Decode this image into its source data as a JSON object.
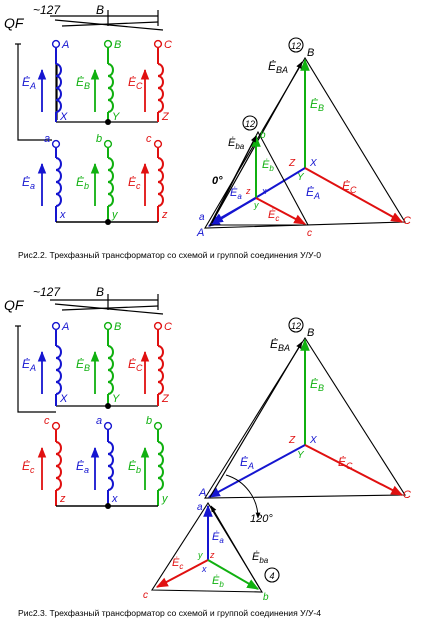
{
  "colors": {
    "phase_a": "#1515d0",
    "phase_b": "#10b010",
    "phase_c": "#e01010",
    "ink": "#000000"
  },
  "figures": [
    {
      "caption": "Рис2.2. Трехфазный трансформатор со схемой и группой соединения У/У-0",
      "supply": {
        "switch": "QF",
        "voltage": "~127",
        "unit": "B"
      },
      "primary": {
        "start_labels": [
          "A",
          "B",
          "C"
        ],
        "end_labels": [
          "X",
          "Y",
          "Z"
        ],
        "emf_labels": [
          "Ė",
          "Ė",
          "Ė"
        ],
        "emf_subs": [
          "A",
          "B",
          "C"
        ]
      },
      "secondary": {
        "start_labels": [
          "a",
          "b",
          "c"
        ],
        "end_labels": [
          "x",
          "y",
          "z"
        ],
        "emf_labels": [
          "Ė",
          "Ė",
          "Ė"
        ],
        "emf_subs": [
          "a",
          "b",
          "c"
        ]
      },
      "vector_diagram": {
        "primary_vertices": [
          "A",
          "B",
          "C"
        ],
        "primary_neutral": [
          "Z",
          "X",
          "Y"
        ],
        "primary_emfs": [
          "Ė",
          "Ė",
          "Ė"
        ],
        "primary_emf_subs": [
          "A",
          "B",
          "C"
        ],
        "line_emf": "Ė",
        "line_emf_sub": "BA",
        "secondary_vertices": [
          "a",
          "b",
          "c"
        ],
        "secondary_neutral": [
          "z",
          "x",
          "y"
        ],
        "secondary_emfs": [
          "Ė",
          "Ė",
          "Ė"
        ],
        "secondary_emf_subs": [
          "a",
          "b",
          "c"
        ],
        "secondary_line_emf": "Ė",
        "secondary_line_emf_sub": "ba",
        "clock_primary": "12",
        "clock_secondary": "12",
        "angle": "0°"
      }
    },
    {
      "caption": "Рис2.3. Трехфазный трансформатор со схемой и группой соединения У/У-4",
      "supply": {
        "switch": "QF",
        "voltage": "~127",
        "unit": "B"
      },
      "primary": {
        "start_labels": [
          "A",
          "B",
          "C"
        ],
        "end_labels": [
          "X",
          "Y",
          "Z"
        ],
        "emf_labels": [
          "Ė",
          "Ė",
          "Ė"
        ],
        "emf_subs": [
          "A",
          "B",
          "C"
        ]
      },
      "secondary": {
        "start_labels": [
          "c",
          "a",
          "b"
        ],
        "end_labels": [
          "z",
          "x",
          "y"
        ],
        "emf_labels": [
          "Ė",
          "Ė",
          "Ė"
        ],
        "emf_subs": [
          "c",
          "a",
          "b"
        ]
      },
      "vector_diagram": {
        "primary_vertices": [
          "A",
          "B",
          "C"
        ],
        "primary_neutral": [
          "Z",
          "X",
          "Y"
        ],
        "primary_emfs": [
          "Ė",
          "Ė",
          "Ė"
        ],
        "primary_emf_subs": [
          "A",
          "B",
          "C"
        ],
        "line_emf": "Ė",
        "line_emf_sub": "BA",
        "secondary_vertices": [
          "a",
          "b",
          "c"
        ],
        "secondary_neutral": [
          "z",
          "x",
          "y"
        ],
        "secondary_emfs": [
          "Ė",
          "Ė",
          "Ė"
        ],
        "secondary_emf_subs": [
          "a",
          "b",
          "c"
        ],
        "secondary_line_emf": "Ė",
        "secondary_line_emf_sub": "ba",
        "clock_primary": "12",
        "clock_secondary": "4",
        "angle": "120°"
      }
    }
  ]
}
